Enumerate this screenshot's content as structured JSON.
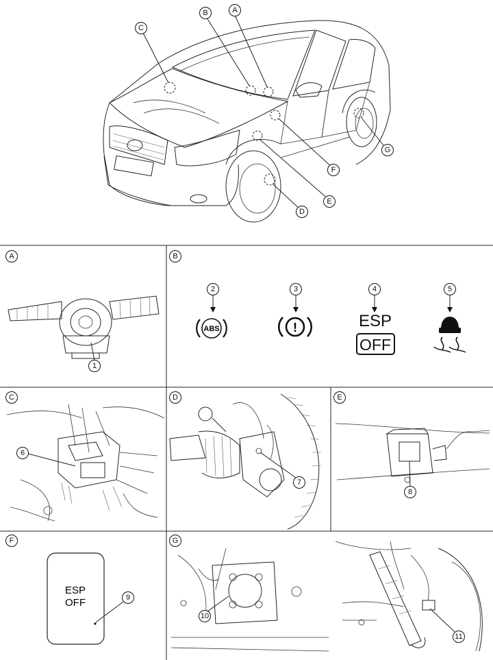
{
  "car_callouts": [
    "A",
    "B",
    "C",
    "D",
    "E",
    "F",
    "G"
  ],
  "panels": {
    "A": {
      "letter": "A",
      "callouts": [
        "1"
      ]
    },
    "B": {
      "letter": "B",
      "callouts": [
        "2",
        "3",
        "4",
        "5"
      ],
      "abs_text": "ABS",
      "brake_symbol": "!",
      "esp_text": "ESP",
      "esp_off_text": "OFF"
    },
    "C": {
      "letter": "C",
      "callouts": [
        "6"
      ]
    },
    "D": {
      "letter": "D",
      "callouts": [
        "7"
      ]
    },
    "E": {
      "letter": "E",
      "callouts": [
        "8"
      ]
    },
    "F": {
      "letter": "F",
      "callouts": [
        "9"
      ],
      "switch_line1": "ESP",
      "switch_line2": "OFF"
    },
    "G": {
      "letter": "G",
      "callouts": [
        "10",
        "11"
      ]
    }
  }
}
